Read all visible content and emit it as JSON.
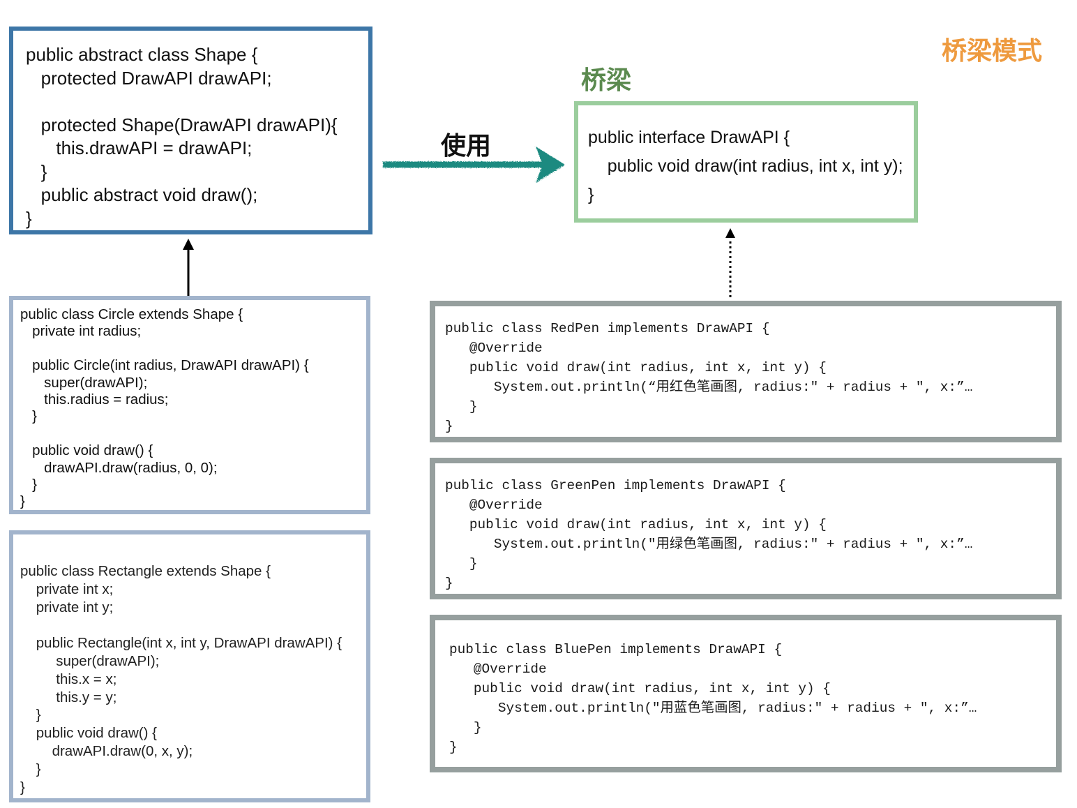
{
  "title": "桥梁模式",
  "bridge_label": "桥梁",
  "use_label": "使用",
  "colors": {
    "title_orange": "#ee9a3e",
    "bridge_green": "#5b8a4f",
    "shape_border": "#3d76a7",
    "refined_border": "#a2b4cc",
    "interface_border": "#9bcd9d",
    "impl_border": "#969f9e",
    "use_arrow": "#1a8a80"
  },
  "shape_code": "public abstract class Shape {\n   protected DrawAPI drawAPI;\n\n   protected Shape(DrawAPI drawAPI){\n      this.drawAPI = drawAPI;\n   }\n   public abstract void draw();\n}",
  "circle_code": "public class Circle extends Shape {\n   private int radius;\n\n   public Circle(int radius, DrawAPI drawAPI) {\n      super(drawAPI);\n      this.radius = radius;\n   }\n\n   public void draw() {\n      drawAPI.draw(radius, 0, 0);\n   }\n}",
  "rectangle_code": "public class Rectangle extends Shape {\n    private int x;\n    private int y;\n\n    public Rectangle(int x, int y, DrawAPI drawAPI) {\n         super(drawAPI);\n         this.x = x;\n         this.y = y;\n    }\n    public void draw() {\n        drawAPI.draw(0, x, y);\n    }\n}",
  "interface_code": "public interface DrawAPI {\n    public void draw(int radius, int x, int y);\n}",
  "redpen_code": "public class RedPen implements DrawAPI {\n   @Override\n   public void draw(int radius, int x, int y) {\n      System.out.println(“用红色笔画图, radius:\" + radius + \", x:”…\n   }\n}",
  "greenpen_code": "public class GreenPen implements DrawAPI {\n   @Override\n   public void draw(int radius, int x, int y) {\n      System.out.println(\"用绿色笔画图, radius:\" + radius + \", x:”…\n   }\n}",
  "bluepen_code": "public class BluePen implements DrawAPI {\n   @Override\n   public void draw(int radius, int x, int y) {\n      System.out.println(\"用蓝色笔画图, radius:\" + radius + \", x:”…\n   }\n}"
}
